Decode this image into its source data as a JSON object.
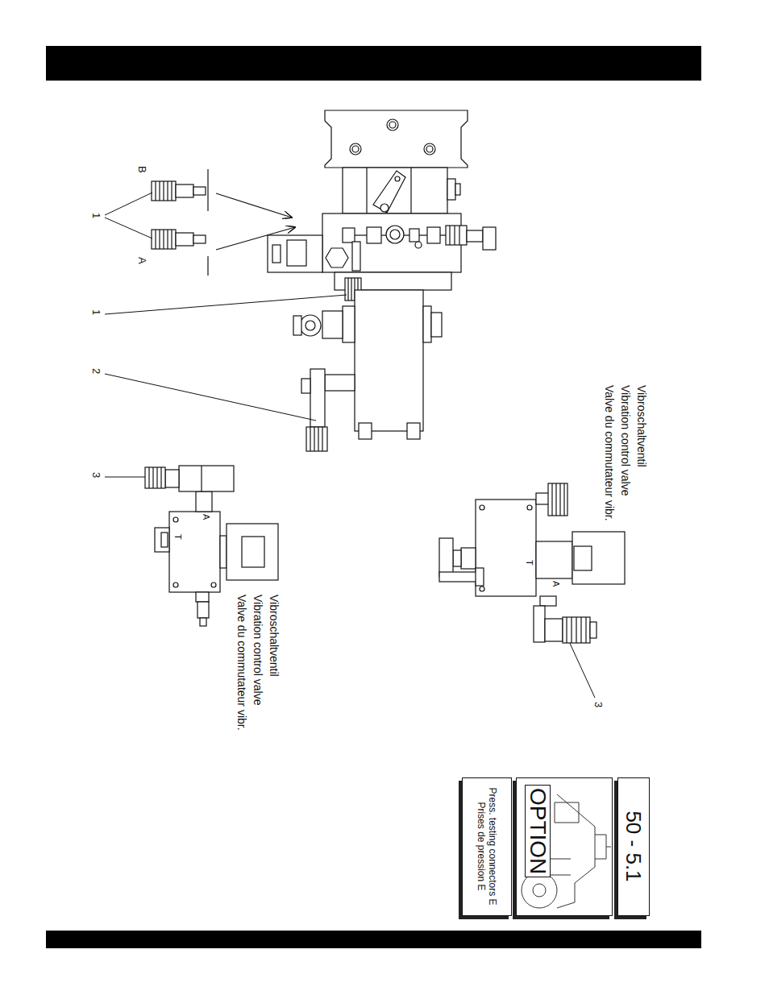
{
  "diagram": {
    "nodes": [
      {
        "text": [
          "50 - 5.1"
        ]
      },
      {
        "text": [
          "OPTION"
        ]
      },
      {
        "text": [
          "Press. testing connectors E",
          "Prises de pression E"
        ]
      }
    ],
    "labels": [
      "Vibroschaltventil",
      "Vibration control valve",
      "Valve du commutateur vibr.",
      "B",
      "A",
      "1",
      "1",
      "2",
      "3",
      "A",
      "T",
      "Vibroschaltventil",
      "Vibration control valve",
      "Valve du commutateur vibr.",
      "A",
      "T",
      "3"
    ]
  }
}
